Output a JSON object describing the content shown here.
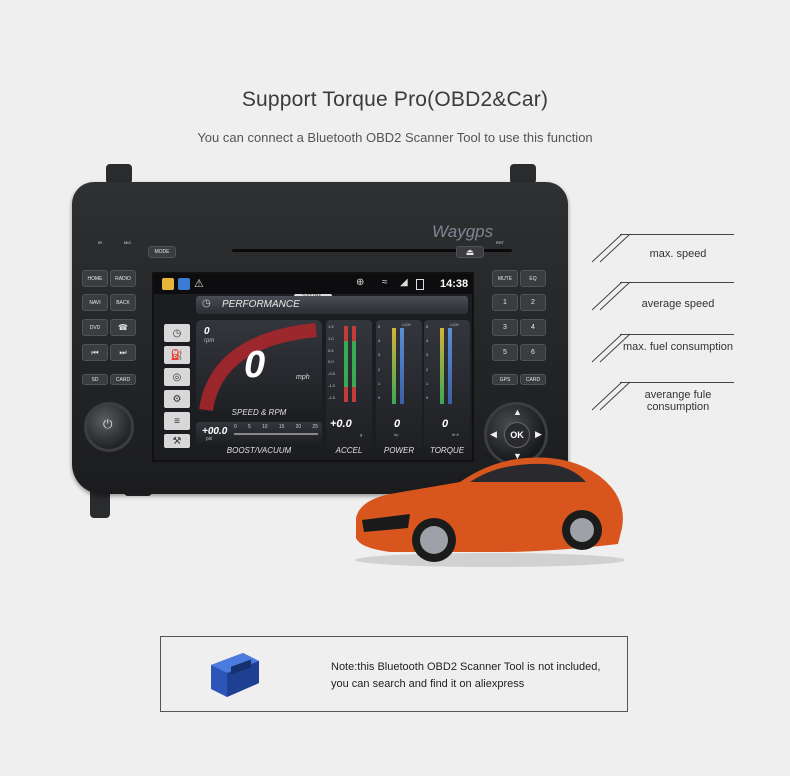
{
  "header": {
    "title": "Support Torque Pro(OBD2&Car)",
    "subtitle": "You can connect a Bluetooth OBD2 Scanner Tool to use this function"
  },
  "unit": {
    "brand": "Waygps",
    "left_top_labels": [
      "IR",
      "MIC"
    ],
    "mode_label": "MODE",
    "rst_label": "RST",
    "left_buttons": [
      "HOME",
      "RADIO",
      "NAVI",
      "BACK",
      "DVD",
      "☎",
      "⏮",
      "⏭",
      "SD",
      "CARD"
    ],
    "right_buttons": [
      "MUTE",
      "EQ",
      "1",
      "2",
      "3",
      "4",
      "5",
      "6",
      "GPS",
      "CARD"
    ],
    "ok_label": "OK"
  },
  "screen": {
    "time": "14:38",
    "mini_time": "2:37 PM",
    "perf_label": "PERFORMANCE",
    "rpm_value": "0",
    "rpm_unit": "rpm",
    "speed_value": "0",
    "speed_unit": "mph",
    "speed_rpm_label": "SPEED & RPM",
    "boost_value": "+00.0",
    "boost_unit": "psi",
    "boost_ticks": [
      "0",
      "5",
      "10",
      "15",
      "20",
      "25"
    ],
    "boost_label": "BOOST/VACUUM",
    "accel_value": "+0.0",
    "accel_unit": "g",
    "accel_label": "ACCEL",
    "accel_ticks": [
      "1.5",
      "1.0",
      "0.5",
      "0.0",
      "-0.5",
      "-1.0",
      "-1.5"
    ],
    "power_value": "0",
    "power_unit": "hp",
    "power_label": "POWER",
    "power_ticks": [
      "5",
      "4",
      "3",
      "2",
      "1",
      "0"
    ],
    "power_scale": "x100",
    "torque_value": "0",
    "torque_unit": "lb·ft",
    "torque_label": "TORQUE",
    "torque_ticks": [
      "5",
      "4",
      "3",
      "2",
      "1",
      "0"
    ],
    "torque_scale": "x100"
  },
  "annotations": [
    "max. speed",
    "average speed",
    "max. fuel consumption",
    "averange fule consumption"
  ],
  "note": {
    "line1": "Note:this Bluetooth OBD2 Scanner Tool is not included,",
    "line2": "you can search and find it on aliexpress"
  },
  "colors": {
    "background": "#efefef",
    "car": "#d8561e",
    "scanner": "#2d55b8"
  }
}
